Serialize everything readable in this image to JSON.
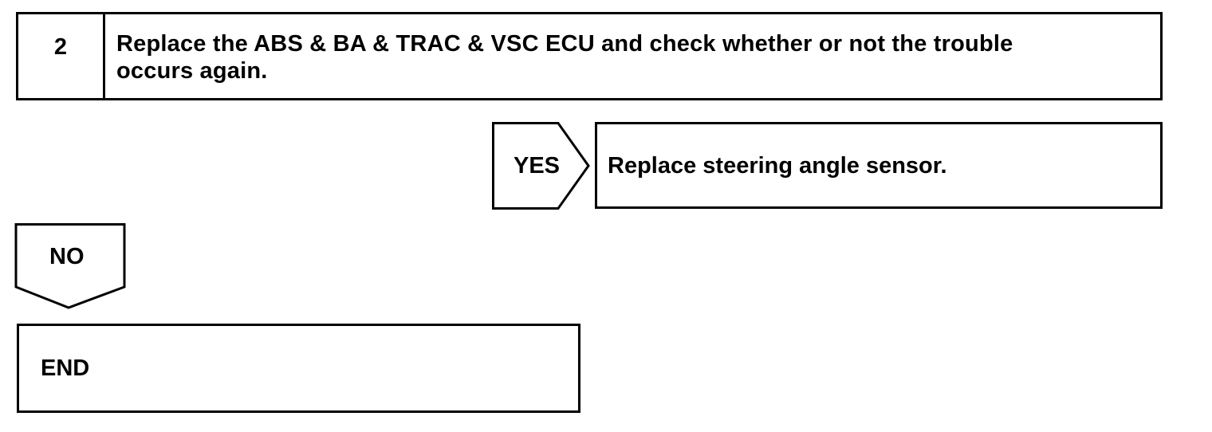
{
  "step": {
    "number": "2",
    "instruction_line1": "Replace the ABS & BA & TRAC & VSC ECU and check whether or not the trouble",
    "instruction_line2": "occurs again."
  },
  "yes_branch": {
    "label": "YES",
    "action": "Replace steering angle sensor."
  },
  "no_branch": {
    "label": "NO"
  },
  "end": {
    "label": "END"
  }
}
